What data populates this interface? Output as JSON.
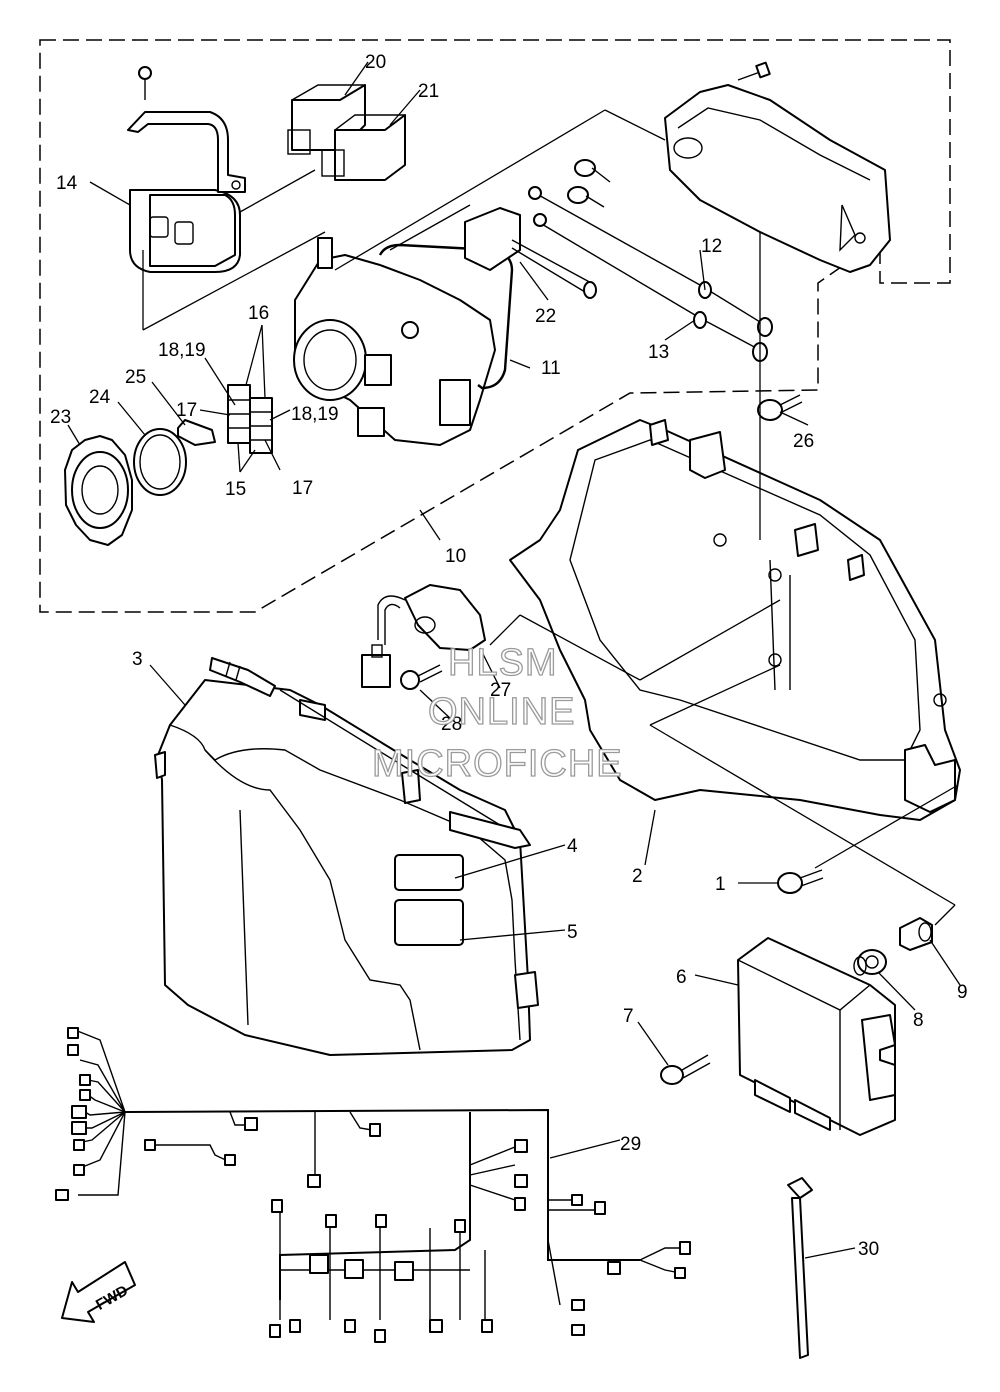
{
  "diagram": {
    "callouts": [
      "1",
      "2",
      "3",
      "4",
      "5",
      "6",
      "7",
      "8",
      "9",
      "10",
      "11",
      "12",
      "13",
      "14",
      "15",
      "16",
      "17",
      "17",
      "18,19",
      "18,19",
      "20",
      "21",
      "22",
      "23",
      "24",
      "25",
      "26",
      "27",
      "28",
      "29",
      "30"
    ],
    "fwd_arrow_label": "FWD",
    "watermark": {
      "line1": "HLSM",
      "line2": "ONLINE",
      "line3": "MICROFICHE"
    }
  }
}
